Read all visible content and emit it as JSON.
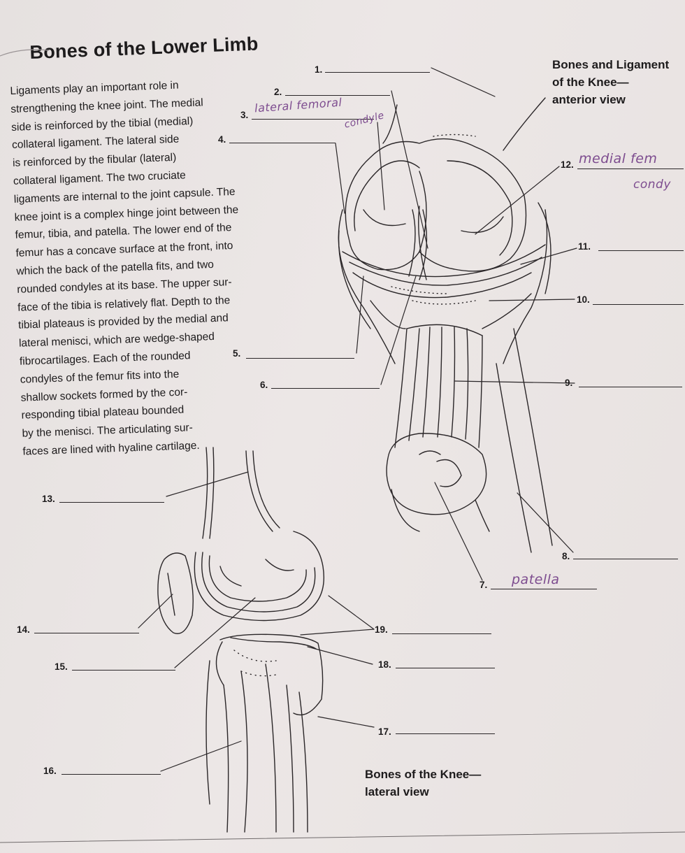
{
  "title": "Bones of the Lower Limb",
  "body_lines": [
    "Ligaments play an important role in",
    "strengthening the knee joint. The medial",
    "side is reinforced by the tibial (medial)",
    "collateral ligament. The lateral side",
    "is reinforced by the fibular (lateral)",
    "collateral ligament. The two cruciate",
    "ligaments are internal to the joint capsule. The",
    "knee joint is a complex hinge joint between the",
    "femur, tibia, and patella. The lower end of the",
    "femur has a concave surface at the front, into",
    "which the back of the patella fits, and two",
    "rounded condyles at its base. The upper sur-",
    "face of the tibia is relatively flat. Depth to the",
    "tibial plateaus is provided by the medial and",
    "lateral menisci, which are wedge-shaped",
    "fibrocartilages. Each of the rounded",
    "condyles of the femur fits into the",
    "shallow sockets formed by the cor-",
    "responding tibial plateau bounded",
    "by the menisci. The articulating sur-",
    "faces are lined with hyaline cartilage."
  ],
  "heading_anterior": [
    "Bones and Ligament",
    "of the Knee—",
    "anterior view"
  ],
  "heading_lateral": [
    "Bones of the Knee—",
    "lateral view"
  ],
  "labels": {
    "l1": "1.",
    "l2": "2.",
    "l3": "3.",
    "l4": "4.",
    "l5": "5.",
    "l6": "6.",
    "l7": "7.",
    "l8": "8.",
    "l9": "9.",
    "l10": "10.",
    "l11": "11.",
    "l12": "12.",
    "l13": "13.",
    "l14": "14.",
    "l15": "15.",
    "l16": "16.",
    "l17": "17.",
    "l18": "18.",
    "l19": "19."
  },
  "handwritten": {
    "a3_line1": "lateral femoral",
    "a3_line2": "condyle",
    "a7": "patella",
    "a12_line1": "medial fem",
    "a12_line2": "condy"
  }
}
